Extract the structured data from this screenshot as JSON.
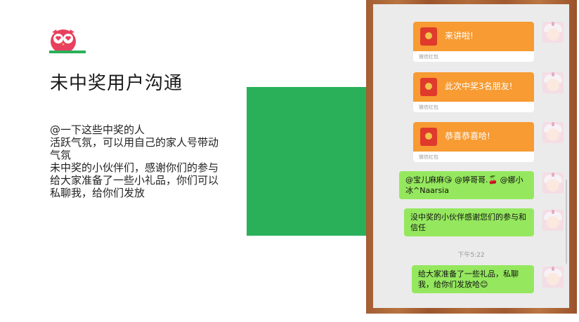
{
  "slide": {
    "title": "未中奖用户沟通",
    "body_lines": [
      "@一下这些中奖的人",
      "活跃气氛，可以用自己的家人号带动",
      "气氛",
      "未中奖的小伙伴们，感谢你们的参与",
      "给大家准备了一些小礼品，你们可以",
      "私聊我，给你们发放"
    ],
    "accent_color": "#2bb05a",
    "logo_icon": "owl-icon"
  },
  "chat": {
    "red_packets": [
      {
        "text": "来讲啦!",
        "footer": "微信红包"
      },
      {
        "text": "此次中奖3名朋友!",
        "footer": "微信红包"
      },
      {
        "text": "恭喜恭喜哈!",
        "footer": "微信红包"
      }
    ],
    "messages": [
      {
        "text": "@宝儿麻麻😘 @婷哥哥.🍒 @娜小冰^Naarsia"
      },
      {
        "text": "没中奖的小伙伴感谢您们的参与和信任"
      }
    ],
    "timestamp": "下午5:22",
    "last_message": {
      "text": "给大家准备了一些礼品，私聊我，给你们发放哈😊"
    },
    "bubble_color": "#95e85e",
    "packet_color": "#f79b32"
  }
}
